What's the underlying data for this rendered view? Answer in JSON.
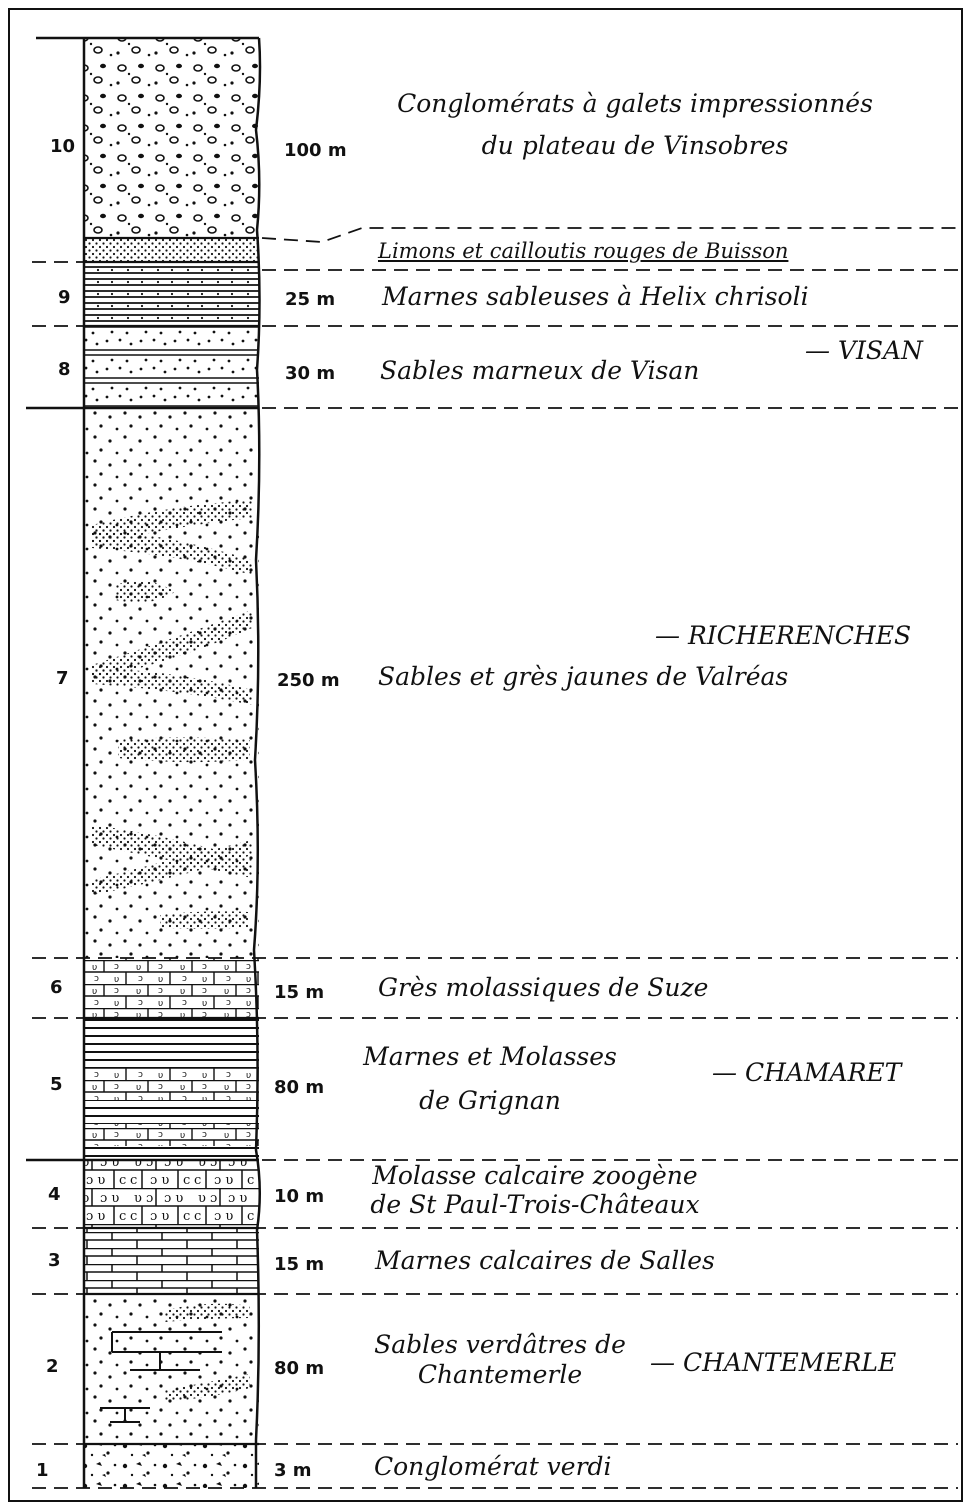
{
  "units": [
    {
      "number": "10",
      "thickness": "100 m",
      "description": [
        "Conglomérats à galets impressionnés",
        "du plateau de Vinsobres"
      ]
    },
    {
      "number": "",
      "thickness": "",
      "description": [
        "Limons et cailloutis rouges de Buisson"
      ]
    },
    {
      "number": "9",
      "thickness": "25 m",
      "description": [
        "Marnes sableuses à Helix chrisoli"
      ]
    },
    {
      "number": "8",
      "thickness": "30 m",
      "description": [
        "Sables marneux de Visan"
      ]
    },
    {
      "number": "7",
      "thickness": "250 m",
      "description": [
        "Sables et grès jaunes de Valréas"
      ]
    },
    {
      "number": "6",
      "thickness": "15 m",
      "description": [
        "Grès molassiques de Suze"
      ]
    },
    {
      "number": "5",
      "thickness": "80 m",
      "description": [
        "Marnes et Molasses",
        "de Grignan"
      ]
    },
    {
      "number": "4",
      "thickness": "10 m",
      "description": [
        "Molasse calcaire zoogène",
        "de St Paul-Trois-Châteaux"
      ]
    },
    {
      "number": "3",
      "thickness": "15 m",
      "description": [
        "Marnes calcaires de Salles"
      ]
    },
    {
      "number": "2",
      "thickness": "80 m",
      "description": [
        "Sables verdâtres de",
        "Chantemerle"
      ]
    },
    {
      "number": "1",
      "thickness": "3 m",
      "description": [
        "Conglomérat verdi"
      ]
    }
  ],
  "localities": [
    {
      "text": "— VISAN"
    },
    {
      "text": "— RICHERENCHES"
    },
    {
      "text": "— CHAMARET"
    },
    {
      "text": "— CHANTEMERLE"
    }
  ],
  "colors": {
    "ink": "#111111",
    "background": "#ffffff"
  }
}
